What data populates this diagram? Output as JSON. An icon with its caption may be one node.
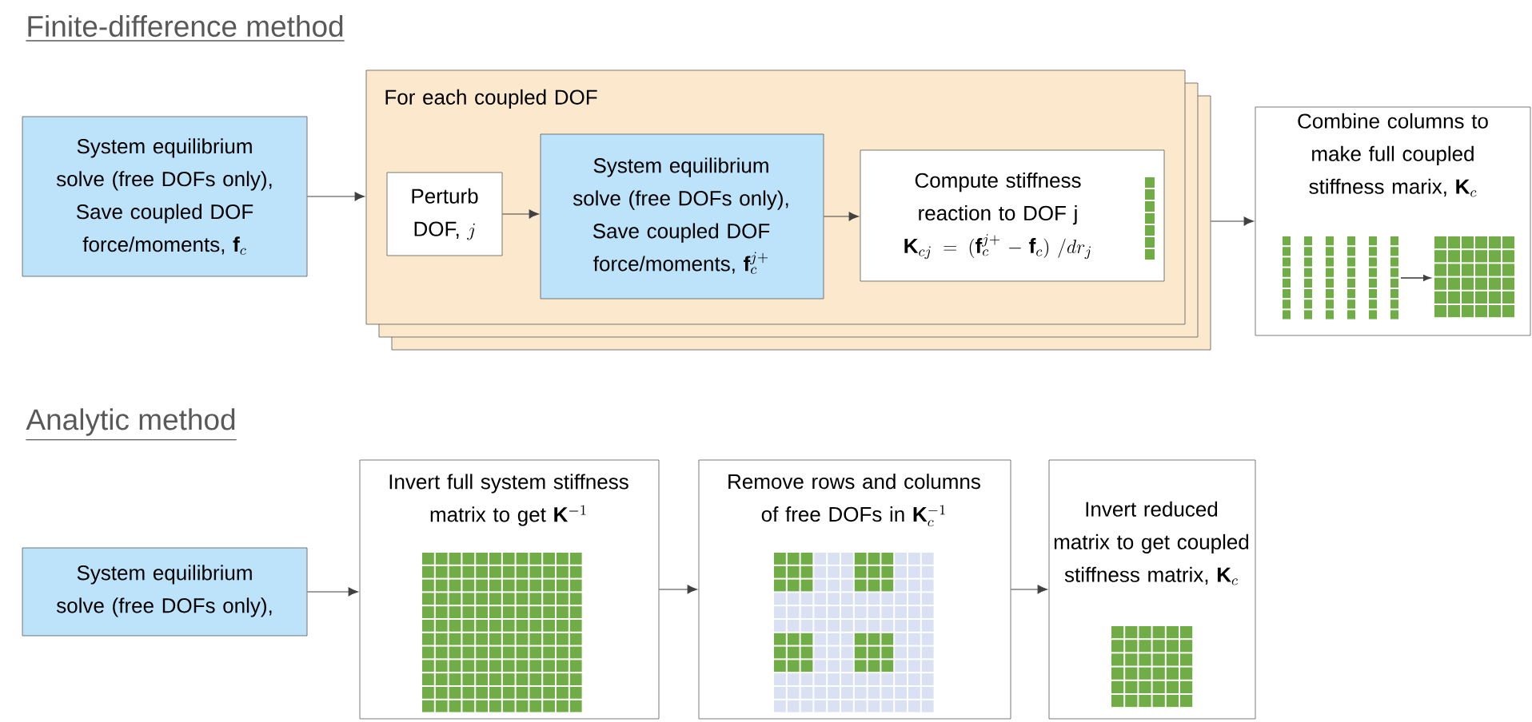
{
  "diagram": {
    "nodes": [
      {
        "text": [
          "System equilibrium solve (free DOFs only), Save coupled DOF force/moments,",
          "\\mathbf{f}_c"
        ]
      },
      {
        "text": [
          "For each coupled DOF"
        ]
      },
      {
        "text": [
          "Perturb DOF,",
          "j"
        ],
        "in": 1
      },
      {
        "text": [
          "System equilibrium solve (free DOFs only), Save coupled DOF force/moments,",
          "\\mathbf{f}_c^{j+}"
        ],
        "in": 1
      },
      {
        "text": [
          "Compute stiffness reaction to DOF j",
          "\\mathbf{K}_{cj} = (\\mathbf{f}_c^{j+} - \\mathbf{f}_c)\\ /dr_j"
        ],
        "in": 1
      },
      {
        "text": [
          "Combine columns to make full coupled stiffness marix,",
          "\\mathbf{K}_c"
        ]
      },
      {
        "text": [
          "System equilibrium solve (free DOFs only),"
        ]
      },
      {
        "text": [
          "Invert full system stiffness matrix to get",
          "\\mathbf{K}^{-1}"
        ]
      },
      {
        "text": [
          "Remove rows and columns of free DOFs in",
          "\\mathbf{K}_c^{-1}"
        ]
      },
      {
        "text": [
          "Invert reduced matrix to get coupled stiffness matrix,",
          "\\mathbf{K}_c"
        ]
      }
    ],
    "edges": [
      {
        "from": 0,
        "to": 1,
        "arrow": "to"
      },
      {
        "from": 2,
        "to": 3,
        "arrow": "to"
      },
      {
        "from": 3,
        "to": 4,
        "arrow": "to"
      },
      {
        "from": 1,
        "to": 5,
        "arrow": "to"
      },
      {
        "from": 6,
        "to": 7,
        "arrow": "to"
      },
      {
        "from": 7,
        "to": 8,
        "arrow": "to"
      },
      {
        "from": 8,
        "to": 9,
        "arrow": "to"
      }
    ],
    "labels": [
      "Finite-difference method",
      "Analytic method"
    ]
  }
}
